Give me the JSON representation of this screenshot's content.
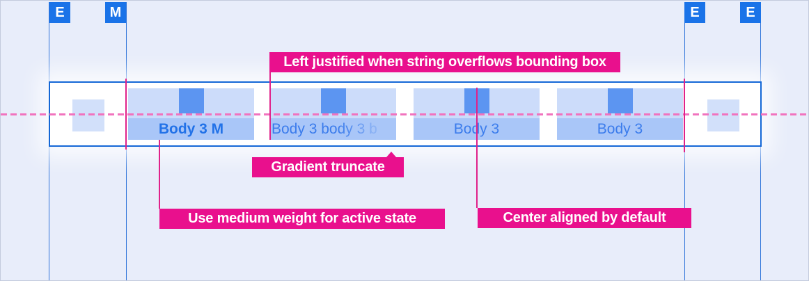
{
  "colors": {
    "background": "#E8EDFA",
    "accent_blue": "#1A73E8",
    "band_border_blue": "#1467D6",
    "tab_top_fill": "#CCDCFA",
    "tab_chip_fill": "#5C95F1",
    "tab_label_fill": "#A9C6F8",
    "active_text_blue": "#2272E8",
    "normal_text_blue": "#3B7CEC",
    "annotation_magenta": "#E9108D",
    "redline_pink": "#E0218A",
    "dashed_line_pink": "#F173BE"
  },
  "grid_markers": [
    {
      "letter": "E"
    },
    {
      "letter": "M"
    },
    {
      "letter": "E"
    },
    {
      "letter": "E"
    }
  ],
  "tabbar": {
    "tabs": [
      {
        "label": "Body 3 M",
        "state": "active",
        "alignment": "center"
      },
      {
        "label": "Body 3 body 3 b",
        "state": "truncated",
        "alignment": "left"
      },
      {
        "label": "Body 3",
        "state": "default",
        "alignment": "center"
      },
      {
        "label": "Body 3",
        "state": "default",
        "alignment": "center"
      }
    ]
  },
  "annotations": {
    "left_justified": "Left justified when string overflows bounding box",
    "gradient_truncate": "Gradient truncate",
    "medium_weight": "Use medium weight for active state",
    "center_aligned": "Center aligned by default"
  }
}
